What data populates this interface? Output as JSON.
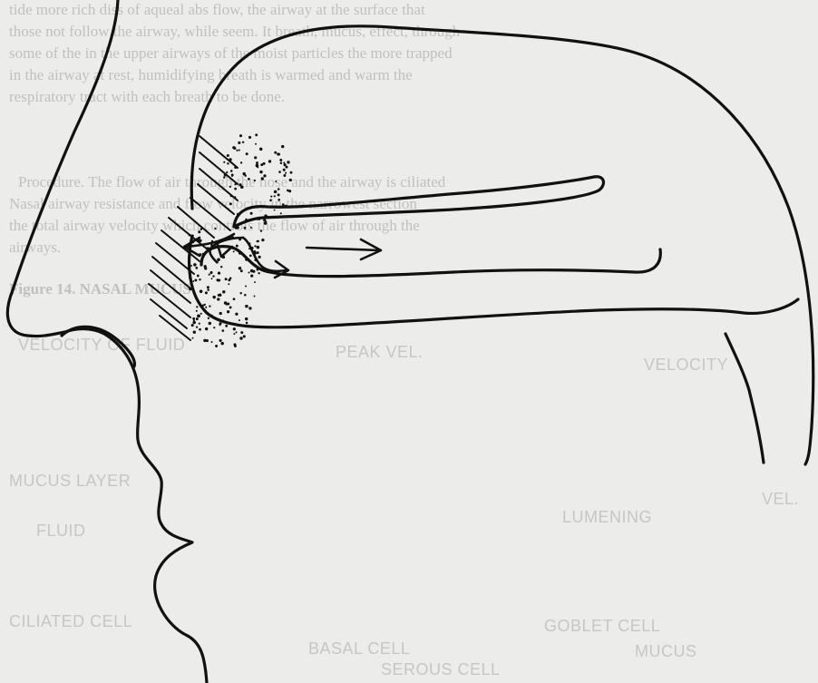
{
  "figure": {
    "description_labels": []
  },
  "background_bleed": {
    "text_lines": [
      "tide more rich diss of aqueal abs flow, the airway at the surface that",
      "those not follow the airway, while seem. It breath, mucus, effect, through",
      "some of the in the upper airways of the moist particles the more trapped",
      "in the airway at rest, humidifying breath is warmed and warm the",
      "respiratory tract with each breath to be done."
    ],
    "paragraph2": [
      "Procedure. The flow of air through the nose and the airway is ciliated",
      "Nasal airway resistance and flow velocity in the narrowest section",
      "the total airway velocity which controls the flow of air through the",
      "airways."
    ],
    "heading": "Figure 14. NASAL MUCUS",
    "labels": {
      "velocity_fluid": "VELOCITY OF FLUID",
      "peak_vel": "PEAK VEL.",
      "velocity_right": "VELOCITY",
      "mucus_layer": "MUCUS LAYER",
      "fluid": "FLUID",
      "lumen": "LUMENING",
      "vel": "VEL.",
      "ciliated_cell": "CILIATED CELL",
      "goblet_cell": "GOBLET CELL",
      "basal_cell": "BASAL CELL",
      "mucus": "MUCUS",
      "serous_cell": "SEROUS CELL"
    }
  }
}
